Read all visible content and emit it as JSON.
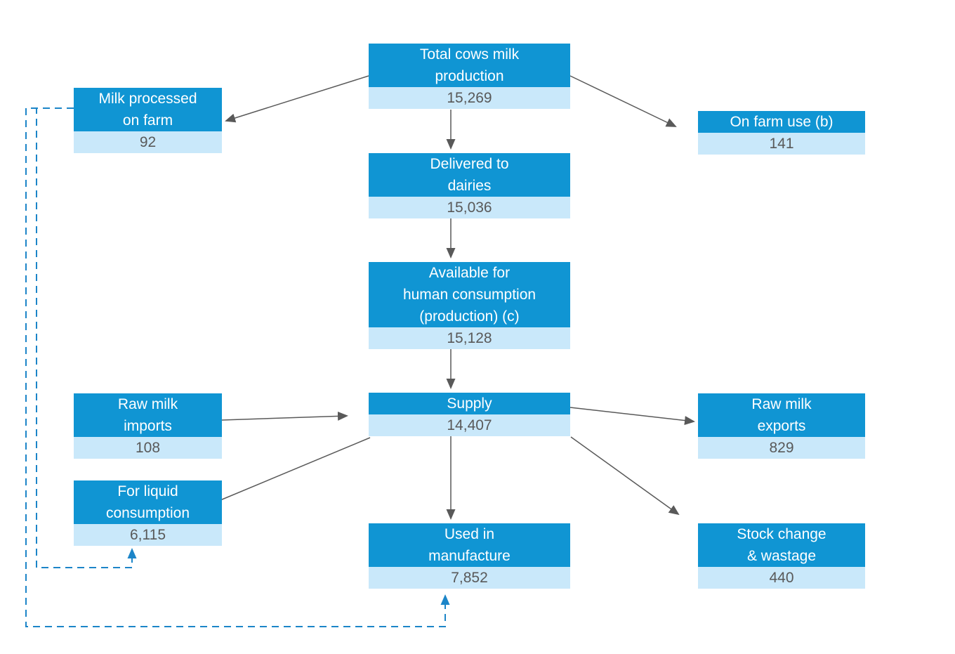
{
  "nodes": {
    "total_production": {
      "label": "Total cows milk\nproduction",
      "value": "15,269"
    },
    "milk_processed_on_farm": {
      "label": "Milk processed\non farm",
      "value": "92"
    },
    "on_farm_use": {
      "label": "On farm use (b)",
      "value": "141"
    },
    "delivered_to_dairies": {
      "label": "Delivered to\ndairies",
      "value": "15,036"
    },
    "available_for_human_consumption": {
      "label": "Available for\nhuman consumption\n(production) (c)",
      "value": "15,128"
    },
    "supply": {
      "label": "Supply",
      "value": "14,407"
    },
    "raw_milk_imports": {
      "label": "Raw milk\nimports",
      "value": "108"
    },
    "raw_milk_exports": {
      "label": "Raw milk\nexports",
      "value": "829"
    },
    "for_liquid_consumption": {
      "label": "For liquid\nconsumption",
      "value": "6,115"
    },
    "used_in_manufacture": {
      "label": "Used in\nmanufacture",
      "value": "7,852"
    },
    "stock_change_wastage": {
      "label": "Stock change\n& wastage",
      "value": "440"
    }
  },
  "edges": [
    {
      "from": "total_production",
      "to": "milk_processed_on_farm",
      "style": "solid"
    },
    {
      "from": "total_production",
      "to": "on_farm_use",
      "style": "solid"
    },
    {
      "from": "total_production",
      "to": "delivered_to_dairies",
      "style": "solid"
    },
    {
      "from": "delivered_to_dairies",
      "to": "available_for_human_consumption",
      "style": "solid"
    },
    {
      "from": "available_for_human_consumption",
      "to": "supply",
      "style": "solid"
    },
    {
      "from": "raw_milk_imports",
      "to": "supply",
      "style": "solid"
    },
    {
      "from": "supply",
      "to": "raw_milk_exports",
      "style": "solid"
    },
    {
      "from": "supply",
      "to": "for_liquid_consumption",
      "style": "solid"
    },
    {
      "from": "supply",
      "to": "used_in_manufacture",
      "style": "solid"
    },
    {
      "from": "supply",
      "to": "stock_change_wastage",
      "style": "solid"
    },
    {
      "from": "milk_processed_on_farm",
      "to": "for_liquid_consumption",
      "style": "dashed"
    },
    {
      "from": "milk_processed_on_farm",
      "to": "used_in_manufacture",
      "style": "dashed"
    }
  ],
  "colors": {
    "node_header_bg": "#1095d3",
    "node_value_bg": "#c9e8fa",
    "header_text": "#ffffff",
    "value_text": "#595959",
    "solid_arrow": "#595959",
    "dashed_arrow": "#1c85c8"
  }
}
